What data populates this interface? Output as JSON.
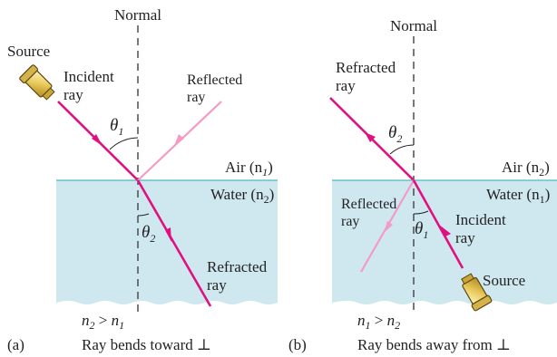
{
  "colors": {
    "water": "#cfe8f0",
    "surface_line": "#4fb6c8",
    "ray_main": "#e0117e",
    "ray_faint": "#f39ac6",
    "normal": "#333333"
  },
  "panel_a": {
    "normal_label": "Normal",
    "source_label": "Source",
    "incident_label_1": "Incident",
    "incident_label_2": "ray",
    "reflected_label_1": "Reflected",
    "reflected_label_2": "ray",
    "refracted_label_1": "Refracted",
    "refracted_label_2": "ray",
    "theta_top": "θ",
    "theta_top_sub": "1",
    "theta_bottom": "θ",
    "theta_bottom_sub": "2",
    "air_label": "Air (n",
    "air_sub": "1",
    "water_label": "Water (n",
    "water_sub": "2",
    "condition_n_left": "n",
    "condition_sub_left": "2",
    "condition_op": " > ",
    "condition_n_right": "n",
    "condition_sub_right": "1",
    "panel_letter": "(a)",
    "caption": "Ray bends toward ⊥",
    "source_icon": "flashlight-icon"
  },
  "panel_b": {
    "normal_label": "Normal",
    "source_label": "Source",
    "incident_label_1": "Incident",
    "incident_label_2": "ray",
    "reflected_label_1": "Reflected",
    "reflected_label_2": "ray",
    "refracted_label_1": "Refracted",
    "refracted_label_2": "ray",
    "theta_top": "θ",
    "theta_top_sub": "2",
    "theta_bottom": "θ",
    "theta_bottom_sub": "1",
    "air_label": "Air (n",
    "air_sub": "2",
    "water_label": "Water (n",
    "water_sub": "1",
    "condition_n_left": "n",
    "condition_sub_left": "1",
    "condition_op": " > ",
    "condition_n_right": "n",
    "condition_sub_right": "2",
    "panel_letter": "(b)",
    "caption": "Ray bends away from ⊥",
    "source_icon": "flashlight-icon"
  }
}
